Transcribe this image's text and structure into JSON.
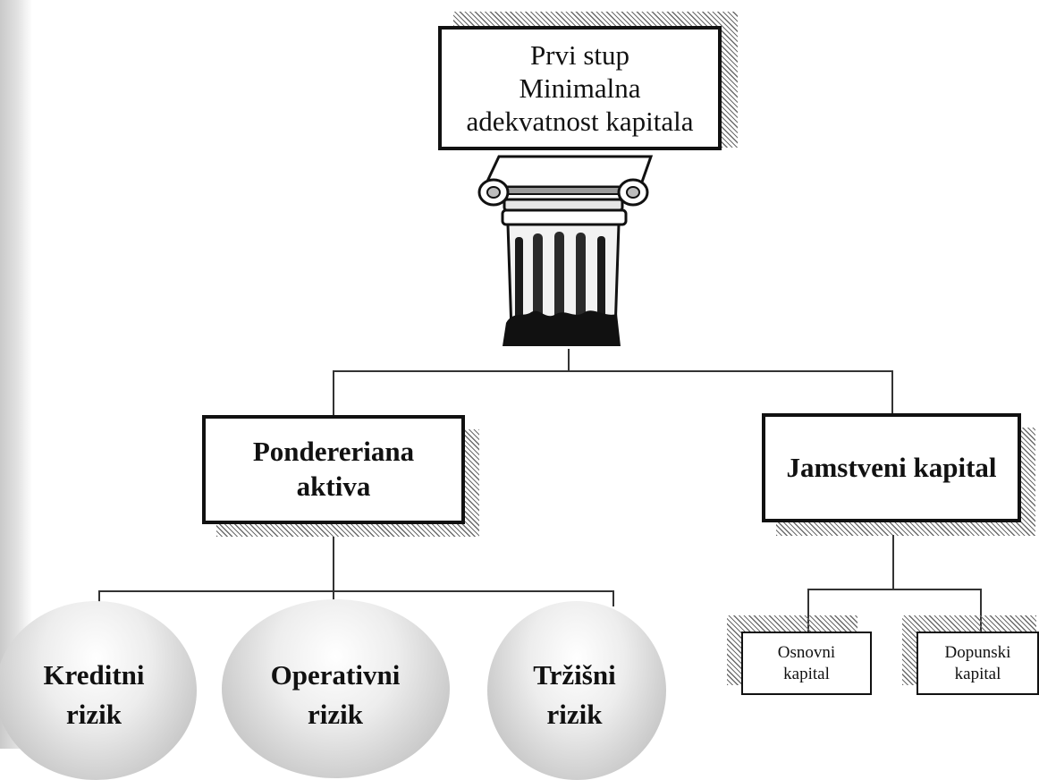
{
  "top": {
    "lines": [
      "Prvi stup",
      "Minimalna",
      "adekvatnost kapitala"
    ]
  },
  "left": {
    "lines": [
      "Pondereriana",
      "aktiva"
    ]
  },
  "right": {
    "lines": [
      "Jamstveni kapital"
    ]
  },
  "risks": [
    {
      "lines": [
        "Kreditni",
        "rizik"
      ]
    },
    {
      "lines": [
        "Operativni",
        "rizik"
      ]
    },
    {
      "lines": [
        "Tržišni",
        "rizik"
      ]
    }
  ],
  "capital": [
    {
      "lines": [
        "Osnovni",
        "kapital"
      ]
    },
    {
      "lines": [
        "Dopunski",
        "kapital"
      ]
    }
  ],
  "icons": {
    "column": "ionic-column-icon"
  }
}
